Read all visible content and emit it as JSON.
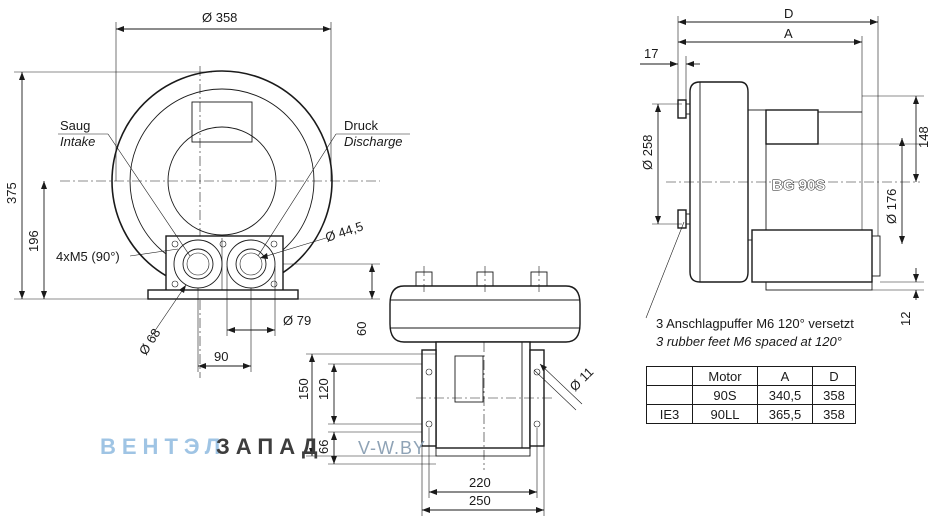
{
  "front_view": {
    "dim_width": "Ø 358",
    "dim_height": "375",
    "dim_axis_height": "196",
    "intake_label": "Saug",
    "intake_label_en": "Intake",
    "discharge_label": "Druck",
    "discharge_label_en": "Discharge",
    "thread_note": "4xM5 (90°)",
    "dim_port": "Ø 44,5",
    "dim_flange": "Ø 68",
    "dim_port_spacing_small": "Ø 79",
    "dim_port_spacing": "90",
    "dim_base_height": "60"
  },
  "bottom_view": {
    "dim_150": "150",
    "dim_120": "120",
    "dim_66": "66",
    "dim_220": "220",
    "dim_250": "250",
    "dim_hole": "Ø 11"
  },
  "side_view": {
    "dim_D": "D",
    "dim_A": "A",
    "dim_17": "17",
    "dim_258": "Ø 258",
    "dim_148": "148",
    "dim_176": "Ø 176",
    "dim_12": "12",
    "model_label": "BG 90S",
    "rubber_feet_de": "3 Anschlagpuffer M6 120° versetzt",
    "rubber_feet_en": "3 rubber feet M6 spaced at 120°"
  },
  "spec_table": {
    "header": [
      "",
      "Motor",
      "A",
      "D"
    ],
    "rows": [
      [
        "",
        "90S",
        "340,5",
        "358"
      ],
      [
        "IE3",
        "90LL",
        "365,5",
        "358"
      ]
    ]
  },
  "watermark": {
    "brand_part1": "ВЕНТЭЛ",
    "brand_part2": "ЗАПАД",
    "website": "V-W.BY"
  },
  "colors": {
    "line": "#1a1a1a",
    "brand_light": "#9fc4e4",
    "brand_dark": "#3d3d3d",
    "website": "#8fa3b6"
  }
}
